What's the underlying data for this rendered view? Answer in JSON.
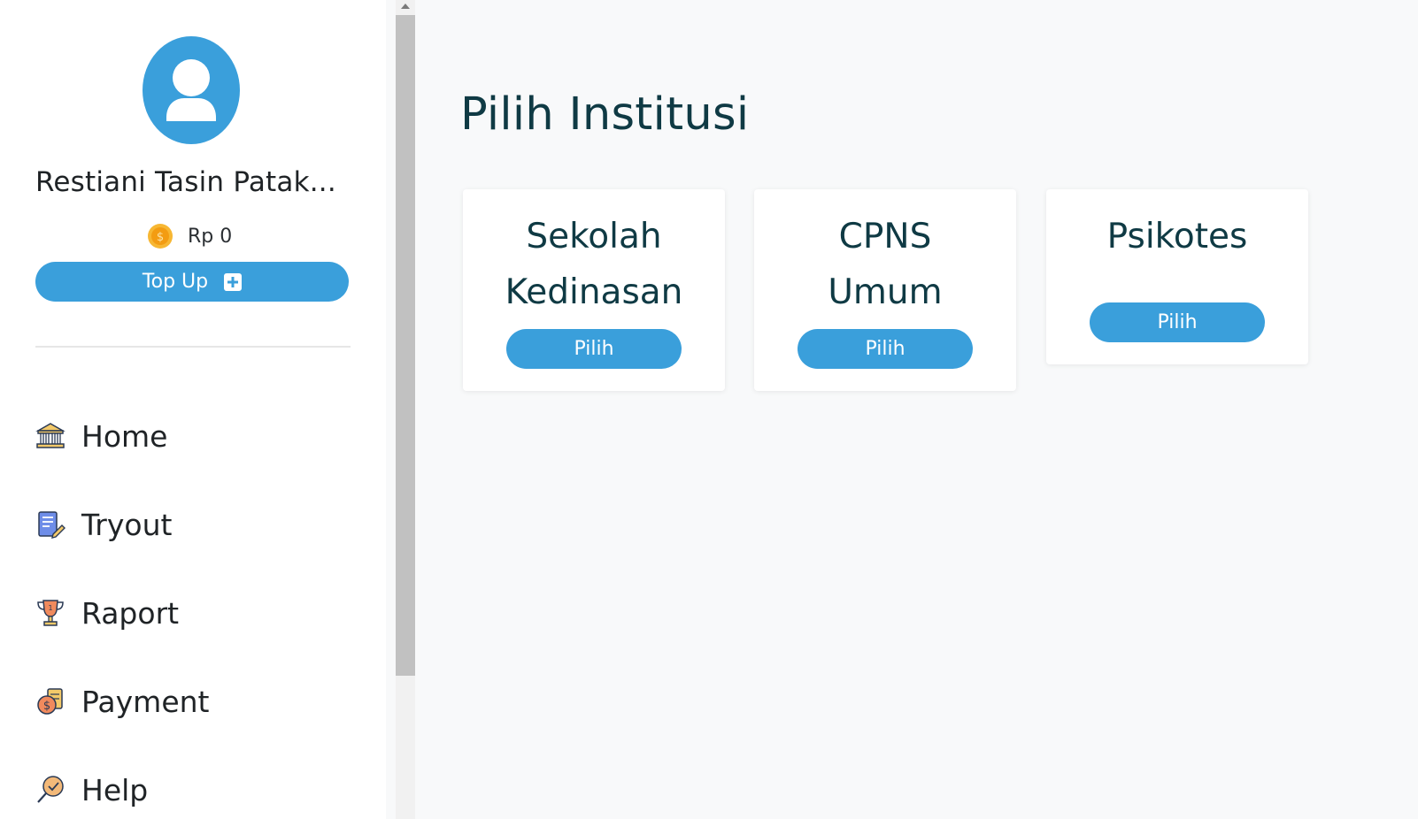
{
  "sidebar": {
    "user_name": "Restiani Tasin Patak...",
    "balance": "Rp 0",
    "topup_label": "Top Up",
    "nav": [
      {
        "label": "Home",
        "icon": "bank-icon"
      },
      {
        "label": "Tryout",
        "icon": "document-edit-icon"
      },
      {
        "label": "Raport",
        "icon": "trophy-icon"
      },
      {
        "label": "Payment",
        "icon": "money-coins-icon"
      },
      {
        "label": "Help",
        "icon": "help-search-icon"
      }
    ]
  },
  "main": {
    "title": "Pilih Institusi",
    "cards": [
      {
        "title_line1": "Sekolah",
        "title_line2": "Kedinasan",
        "button": "Pilih"
      },
      {
        "title_line1": "CPNS",
        "title_line2": "Umum",
        "button": "Pilih"
      },
      {
        "title_line1": "Psikotes",
        "button": "Pilih"
      }
    ]
  },
  "colors": {
    "accent": "#3a9fdb",
    "title": "#0f3a44",
    "background": "#f8f9fa"
  }
}
